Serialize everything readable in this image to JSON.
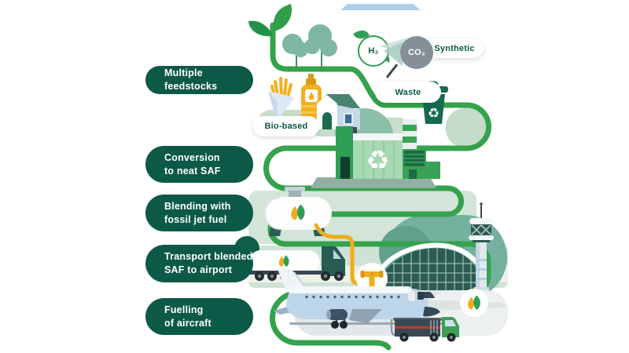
{
  "steps": [
    {
      "label": "Multiple feedstocks"
    },
    {
      "label": "Conversion\nto neat SAF"
    },
    {
      "label": "Blending with\nfossil jet fuel"
    },
    {
      "label": "Transport blended\nSAF to airport"
    },
    {
      "label": "Fuelling\nof aircraft"
    }
  ],
  "tags": {
    "bio_based": "Bio-based",
    "waste": "Waste",
    "synthetic": "Synthetic"
  },
  "badges": {
    "hydrogen": "H₂",
    "co2": "CO₂"
  },
  "icons": {
    "recycle_glyph": "♻"
  },
  "colors": {
    "path_green": "#35a24c",
    "step_pill_green": "#0d5947",
    "accent_yellow": "#f0ac1c",
    "hill_teal": "#74b19e",
    "band_sage": "#d2e4d7",
    "co2_gray": "#868e97",
    "plane_blue": "#bdd5e9",
    "slate": "#3d5265",
    "tarmac_gray": "#e2e8ea"
  }
}
